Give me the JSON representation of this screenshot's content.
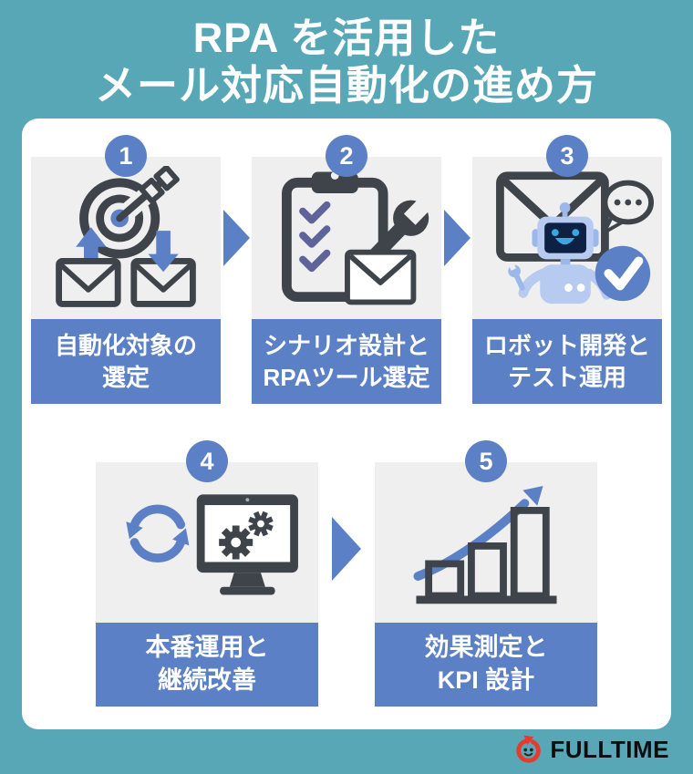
{
  "title": {
    "line1": "RPA を活用した",
    "line2": "メール対応自動化の進め方"
  },
  "steps": [
    {
      "number": "1",
      "label_line1": "自動化対象の",
      "label_line2": "選定",
      "icon": "target-emails-icon"
    },
    {
      "number": "2",
      "label_line1": "シナリオ設計と",
      "label_line2": "RPAツール選定",
      "icon": "clipboard-wrench-icon"
    },
    {
      "number": "3",
      "label_line1": "ロボット開発と",
      "label_line2": "テスト運用",
      "icon": "robot-email-icon"
    },
    {
      "number": "4",
      "label_line1": "本番運用と",
      "label_line2": "継続改善",
      "icon": "monitor-refresh-icon"
    },
    {
      "number": "5",
      "label_line1": "効果測定と",
      "label_line2": "KPI 設計",
      "icon": "growth-chart-icon"
    }
  ],
  "flow_arrow_icon": "right-arrow-icon",
  "footer": {
    "brand": "FULLTIME",
    "logo_icon": "fulltime-clock-mascot-icon"
  },
  "colors": {
    "background_teal": "#57a7b7",
    "accent_blue": "#5b80c5",
    "icon_area_gray": "#efefef",
    "icon_dark": "#3f444a",
    "check_purple": "#5e6499",
    "robot_light_blue": "#b6cbef",
    "robot_screen_navy": "#0d2144",
    "robot_face_cyan": "#38a9e0",
    "logo_red": "#e8392b",
    "card_white": "#ffffff"
  }
}
